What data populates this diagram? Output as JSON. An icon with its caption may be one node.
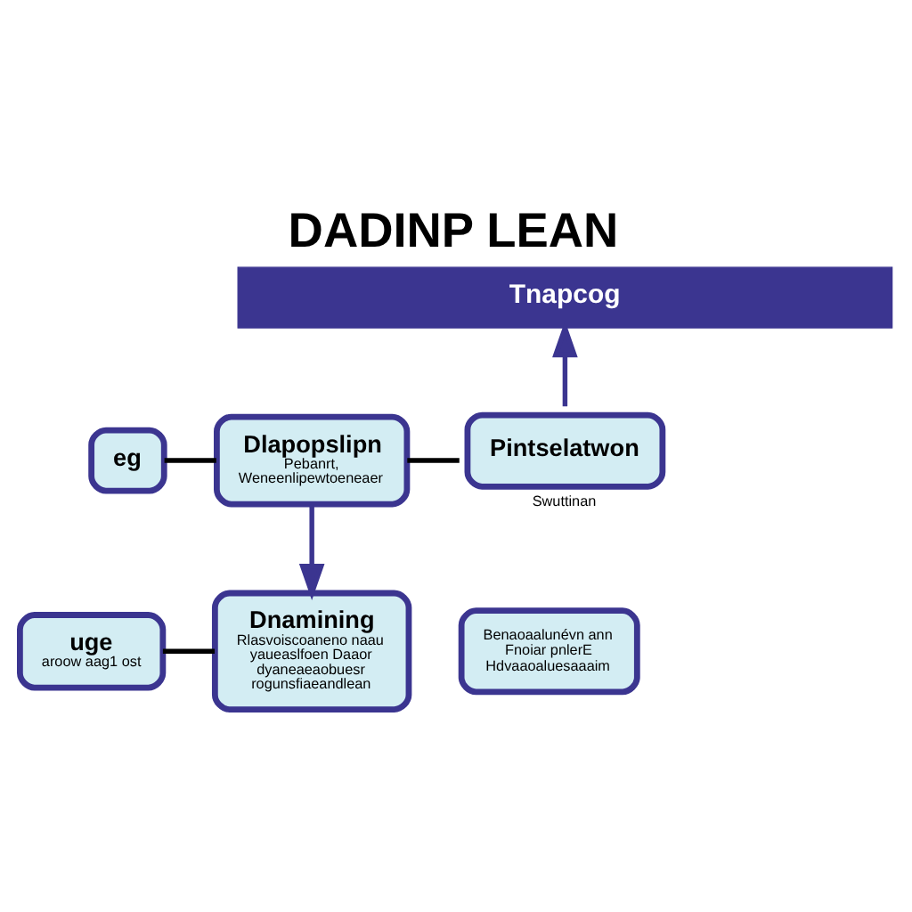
{
  "diagram": {
    "title": "DADINP LEAN",
    "nodes": [
      {
        "text": [
          "Tnapcog"
        ]
      },
      {
        "text": [
          "eg"
        ]
      },
      {
        "text": [
          "Dlapopslipn",
          "Pebanrt, Weneenlipewtoeneaer"
        ]
      },
      {
        "text": [
          "Pintselatwon"
        ],
        "beside": [
          "Swuttinan"
        ]
      },
      {
        "text": [
          "uge",
          "aroow aag1 ost"
        ]
      },
      {
        "text": [
          "Dnamining",
          "Rlasvoiscoaneno naau yaueaslfoen Daaor dyaneaeaobuesr rogunsfiaeandlean"
        ]
      },
      {
        "text": [
          "Benaoaalunévn ann Fnoiar pnlerE Hdvaaoaluesaaaim"
        ]
      }
    ],
    "edges": [
      {
        "from": 1,
        "to": 2,
        "arrow": "none"
      },
      {
        "from": 2,
        "to": 3,
        "arrow": "none"
      },
      {
        "from": 2,
        "to": 5,
        "arrow": "to",
        "color": "#3b3590"
      },
      {
        "from": 3,
        "to": 0,
        "arrow": "to",
        "color": "#3b3590"
      },
      {
        "from": 4,
        "to": 5,
        "arrow": "none"
      }
    ]
  }
}
